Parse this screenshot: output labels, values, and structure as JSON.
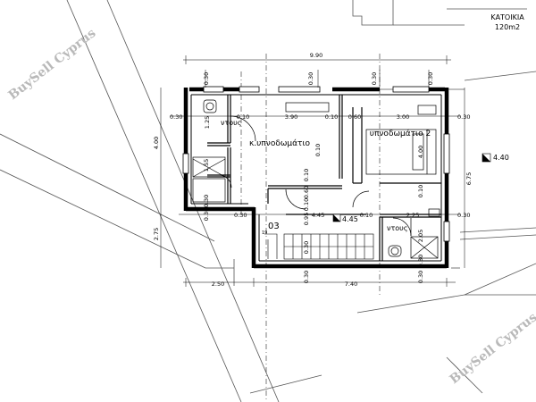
{
  "title_block": {
    "line1": "ΚΑΤΟΙΚΙΑ",
    "line2": "120m2"
  },
  "watermark": "BuySell Cyprus",
  "rooms": {
    "master": "κ.υπνοδωμάτιο",
    "bedroom2": "υπνοδωμάτιο 2",
    "wc_top": "ντους",
    "wc_bottom": "ντους",
    "room_no": "03"
  },
  "levels": {
    "inside": "4.45",
    "outside": "4.40"
  },
  "dims": {
    "overall_w": "9.90",
    "top_wall_a": "0.30",
    "top_wall_b": "0.30",
    "top_wall_c": "0.30",
    "top_wall_d": "0.30",
    "row_wall_left": "0.30",
    "row_wc_w": "1.25",
    "row_w1": "0.10",
    "row_master_w": "3.90",
    "row_w2": "0.10",
    "row_w3": "0.60",
    "row_bed2_w": "3.00",
    "row_wall_right": "0.30",
    "left_h1": "4.00",
    "left_h2": "2.75",
    "wc_h": "1.55",
    "wc_wall": "0.30",
    "mid_v1": "0.10",
    "mid_v2": "0.10",
    "mid_v3": "0.60",
    "mid_v4": "0.10",
    "mid_v5": "0.95",
    "right_v1": "4.00",
    "right_v2": "0.10",
    "right_h": "6.75",
    "row2_wall_l": "0.30",
    "row2_a": "4.45",
    "row2_w": "0.10",
    "row2_b": "2.25",
    "row2_wall_r": "0.30",
    "wc2_w": "2.05",
    "wc2_wall": "0.30",
    "stair_top": "0.30",
    "bot_left": "2.50",
    "bot_right": "7.40",
    "bot_wall_a": "0.30",
    "bot_wall_b": "0.30",
    "left_wall_bot": "0.30",
    "step_no": "19"
  }
}
